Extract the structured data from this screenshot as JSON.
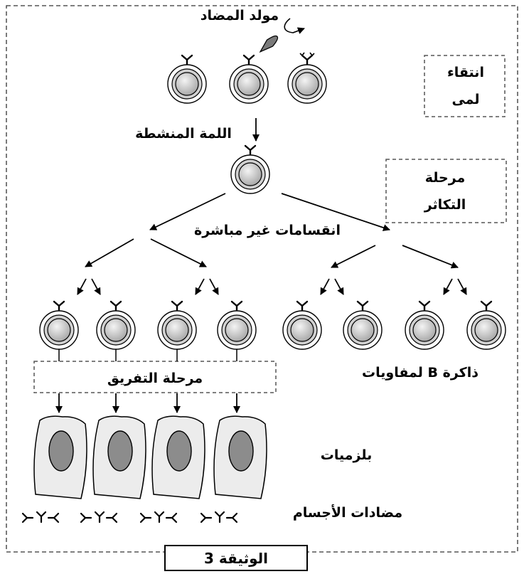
{
  "labels": {
    "antigen": "مولد المضاد",
    "clonal_selection": "انتقاء لمى",
    "clonal_selection_line1": "انتقاء",
    "clonal_selection_line2": "لمى",
    "activated_clone": "اللمة المنشطة",
    "proliferation_line1": "مرحلة",
    "proliferation_line2": "التكاثر",
    "mitosis": "انقسامات غير مباشرة",
    "memory_cells": "لمفاويات B ذاكرة",
    "differentiation": "مرحلة التفريق",
    "plasma_cells": "بلزميات",
    "antibodies": "مضادات الأجسام",
    "document": "الوثيقة 3"
  },
  "colors": {
    "line": "#000000",
    "cell_ring": "#d0d0d0",
    "cell_core": "#a8a8a8",
    "plasma_cell": "#ececec",
    "plasma_nucleus": "#8c8c8c",
    "antigen": "#7a7a7a",
    "frame_dash": "#333333"
  }
}
